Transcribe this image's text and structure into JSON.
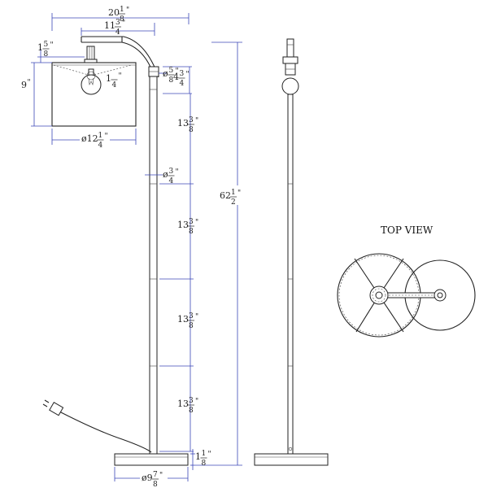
{
  "title": "TOP VIEW",
  "dims": {
    "overall_width": {
      "prefix": "20",
      "num": "1",
      "den": "8",
      "unit": "\""
    },
    "arm_reach": {
      "prefix": "11",
      "num": "3",
      "den": "4",
      "unit": "\""
    },
    "shade_top": {
      "prefix": "1",
      "num": "5",
      "den": "8",
      "unit": "\""
    },
    "shade_height": {
      "prefix": "9",
      "num": "",
      "den": "",
      "unit": "\""
    },
    "socket_drop": {
      "prefix": "1",
      "num": "",
      "den": "4",
      "unit": "\""
    },
    "shade_diameter": {
      "prefix": "ø12",
      "num": "1",
      "den": "4",
      "unit": "\""
    },
    "joint_diameter": {
      "prefix": "ø",
      "num": "5",
      "den": "8",
      "unit": "\""
    },
    "joint_height": {
      "prefix": "4",
      "num": "3",
      "den": "4",
      "unit": "\""
    },
    "seg1": {
      "prefix": "13",
      "num": "3",
      "den": "8",
      "unit": "\""
    },
    "pole_diameter": {
      "prefix": "ø",
      "num": "3",
      "den": "4",
      "unit": "\""
    },
    "seg2": {
      "prefix": "13",
      "num": "3",
      "den": "8",
      "unit": "\""
    },
    "seg3": {
      "prefix": "13",
      "num": "3",
      "den": "8",
      "unit": "\""
    },
    "seg4": {
      "prefix": "13",
      "num": "3",
      "den": "8",
      "unit": "\""
    },
    "total_height": {
      "prefix": "62",
      "num": "1",
      "den": "2",
      "unit": "\""
    },
    "base_height": {
      "prefix": "1",
      "num": "1",
      "den": "8",
      "unit": "\""
    },
    "base_diameter": {
      "prefix": "ø9",
      "num": "7",
      "den": "8",
      "unit": "\""
    }
  }
}
